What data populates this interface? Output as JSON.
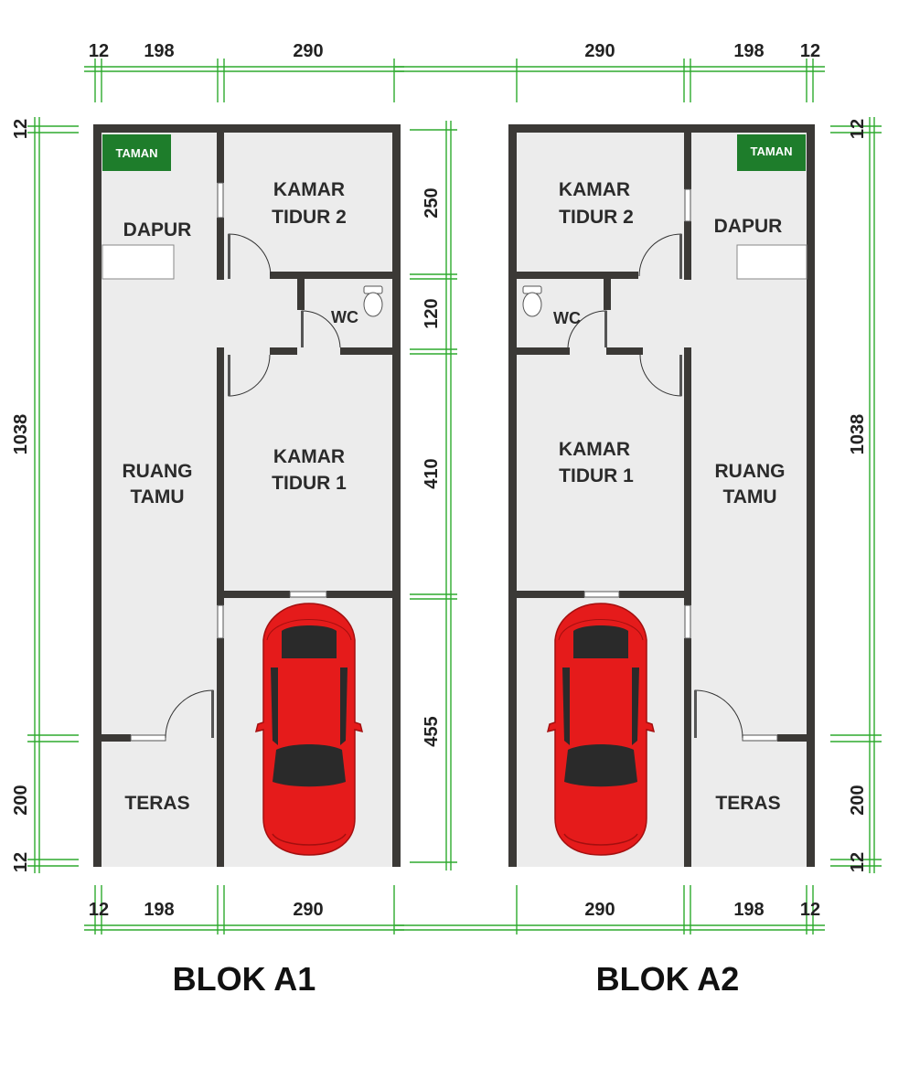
{
  "colors": {
    "wall": "#3b3936",
    "floor": "#ececec",
    "dimension_line": "#2eaa2e",
    "taman": "#1e7d2b",
    "car_body": "#e51b1b",
    "car_glass": "#2a2a2a"
  },
  "blocks": [
    {
      "title": "BLOK A1",
      "rooms": {
        "taman": "TAMAN",
        "dapur": "DAPUR",
        "kamar2_line1": "KAMAR",
        "kamar2_line2": "TIDUR 2",
        "wc": "WC",
        "ruang_line1": "RUANG",
        "ruang_line2": "TAMU",
        "kamar1_line1": "KAMAR",
        "kamar1_line2": "TIDUR 1",
        "teras": "TERAS"
      },
      "dims_top": [
        "12",
        "198",
        "290"
      ],
      "dims_bottom": [
        "12",
        "198",
        "290"
      ],
      "dims_inner": [
        "250",
        "120",
        "410",
        "455"
      ],
      "dims_outer": [
        "12",
        "1038",
        "200",
        "12"
      ]
    },
    {
      "title": "BLOK A2",
      "rooms": {
        "taman": "TAMAN",
        "dapur": "DAPUR",
        "kamar2_line1": "KAMAR",
        "kamar2_line2": "TIDUR 2",
        "wc": "WC",
        "ruang_line1": "RUANG",
        "ruang_line2": "TAMU",
        "kamar1_line1": "KAMAR",
        "kamar1_line2": "TIDUR 1",
        "teras": "TERAS"
      },
      "dims_top": [
        "290",
        "198",
        "12"
      ],
      "dims_bottom": [
        "290",
        "198",
        "12"
      ],
      "dims_outer": [
        "12",
        "1038",
        "200",
        "12"
      ]
    }
  ]
}
